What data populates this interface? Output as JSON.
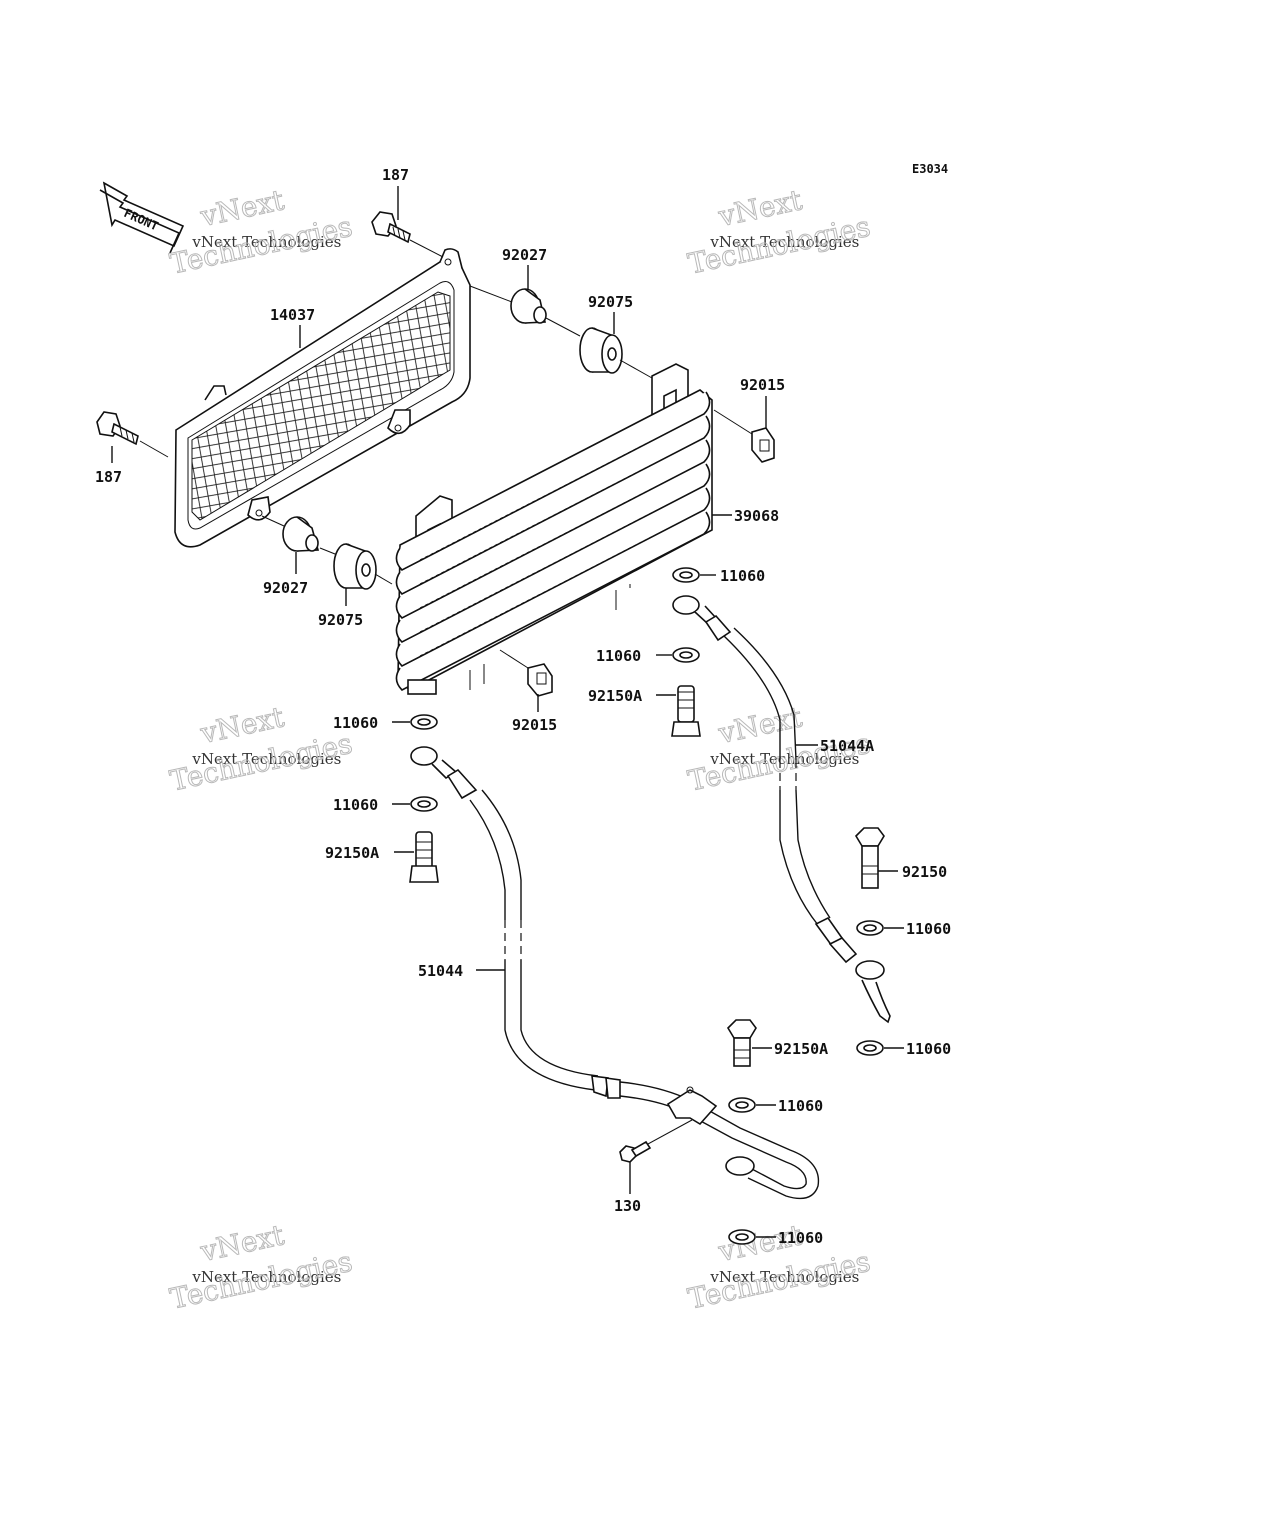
{
  "diagram_code": "E3034",
  "front_arrow": "FRONT",
  "watermark": {
    "line1": "vNext Technologies",
    "line2": "vNext",
    "line3": "Technologies"
  },
  "parts": {
    "bolt_top": "187",
    "bolt_left": "187",
    "screen": "14037",
    "grommet_top": "92027",
    "grommet_bottom": "92027",
    "damper_top": "92075",
    "damper_bottom": "92075",
    "clip_right": "92015",
    "clip_bottom": "92015",
    "cooler": "39068",
    "gasket_a1": "11060",
    "gasket_a2": "11060",
    "gasket_b1": "11060",
    "gasket_b2": "11060",
    "gasket_c1": "11060",
    "gasket_c2": "11060",
    "gasket_d1": "11060",
    "gasket_d2": "11060",
    "banjo_a1": "92150A",
    "banjo_a2": "92150A",
    "banjo_a3": "92150A",
    "banjo_bolt": "92150",
    "hose_left": "51044",
    "hose_right": "51044A",
    "bolt_clamp": "130"
  }
}
